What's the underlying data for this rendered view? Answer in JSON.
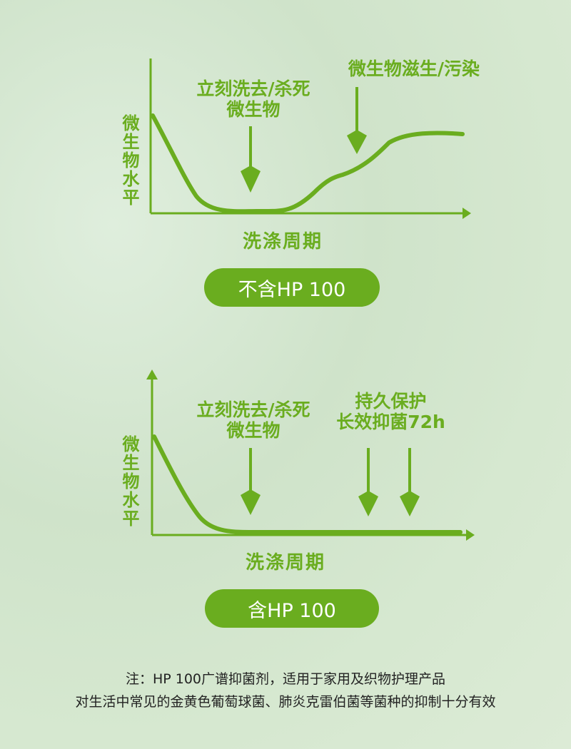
{
  "chart1": {
    "ylabel": "微生物水平",
    "xlabel": "洗涤周期",
    "annotation_left": [
      "立刻洗去/杀死",
      "微生物"
    ],
    "annotation_right": [
      "微生物滋生/污染"
    ],
    "badge": "不含HP 100"
  },
  "chart2": {
    "ylabel": "微生物水平",
    "xlabel": "洗涤周期",
    "annotation_left": [
      "立刻洗去/杀死",
      "微生物"
    ],
    "annotation_right": [
      "持久保护",
      "长效抑菌72h"
    ],
    "badge": "含HP 100"
  },
  "footnote": {
    "line1": "注：HP 100广谱抑菌剂，适用于家用及织物护理产品",
    "line2": "对生活中常见的金黄色葡萄球菌、肺炎克雷伯菌等菌种的抑制十分有效"
  },
  "colors": {
    "accent": "#6aad1f",
    "background": "#d6e8d0"
  }
}
